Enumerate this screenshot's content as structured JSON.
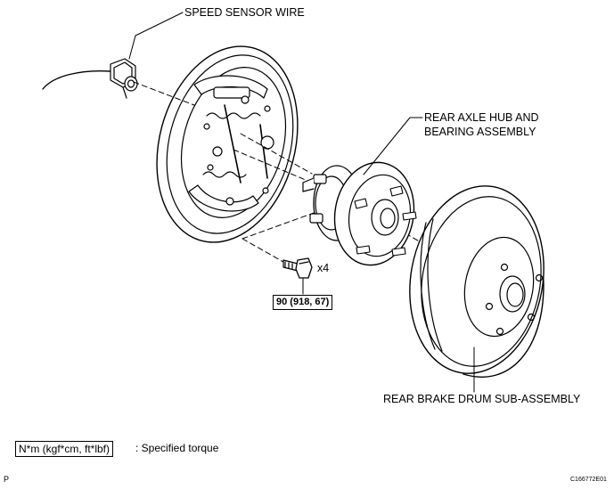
{
  "labels": {
    "speed_sensor_wire": "SPEED SENSOR WIRE",
    "hub_line1": "REAR AXLE HUB AND",
    "hub_line2": "BEARING ASSEMBLY",
    "drum": "REAR BRAKE DRUM SUB-ASSEMBLY",
    "bolt_qty": "x4",
    "torque_value": "90 (918, 67)"
  },
  "legend": {
    "units": "N*m (kgf*cm, ft*lbf)",
    "description": ": Specified torque"
  },
  "footer": {
    "page_marker": "P",
    "figure_code": "C166772E01"
  }
}
